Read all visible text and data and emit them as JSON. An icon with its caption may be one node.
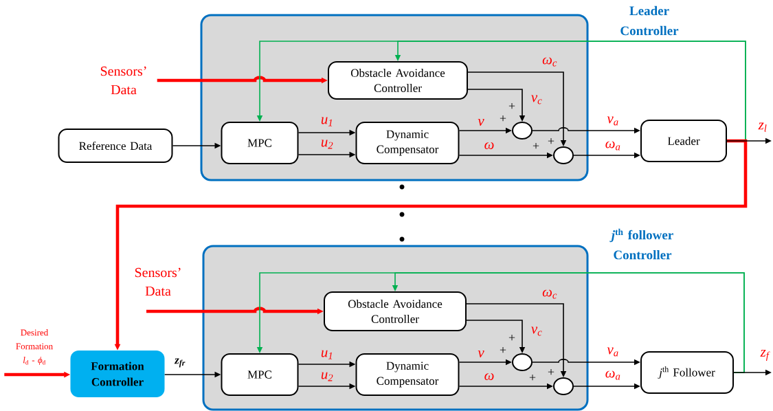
{
  "diagram": {
    "nodes": [
      {
        "text": [
          "Leader Controller"
        ]
      },
      {
        "text": [
          "Sensors’ Data"
        ]
      },
      {
        "text": [
          "Obstacle Avoidance Controller"
        ],
        "in": 0
      },
      {
        "text": [
          "Reference Data"
        ]
      },
      {
        "text": [
          "MPC"
        ],
        "in": 0
      },
      {
        "text": [
          "Dynamic Compensator"
        ],
        "in": 0
      },
      {
        "text": [],
        "shape": "circle",
        "in": 0
      },
      {
        "text": [],
        "shape": "circle",
        "in": 0
      },
      {
        "text": [
          "Leader"
        ]
      },
      {
        "text": [
          "*j*$^{th}$ follower Controller"
        ]
      },
      {
        "text": [
          "Sensors’ Data"
        ]
      },
      {
        "text": [
          "Obstacle Avoidance Controller"
        ],
        "in": 9
      },
      {
        "text": [
          "Desired Formation *l*$_{d}$ - *ϕ*$_{d}$"
        ]
      },
      {
        "text": [
          "Formation Controller"
        ]
      },
      {
        "text": [
          "MPC"
        ],
        "in": 9
      },
      {
        "text": [
          "Dynamic Compensator"
        ],
        "in": 9
      },
      {
        "text": [],
        "shape": "circle",
        "in": 9
      },
      {
        "text": [],
        "shape": "circle",
        "in": 9
      },
      {
        "text": [
          "*j*$^{th}$ Follower"
        ]
      }
    ],
    "edges": [
      {
        "from": 1,
        "to": 2,
        "arrow": "to",
        "style": "thick",
        "color": "#ff0000"
      },
      {
        "from": 3,
        "to": 4,
        "arrow": "to"
      },
      {
        "from": 4,
        "to": 5,
        "arrow": "to",
        "label": "u$_{1}$"
      },
      {
        "from": 4,
        "to": 5,
        "arrow": "to",
        "label": "u$_{2}$"
      },
      {
        "from": 5,
        "to": 6,
        "arrow": "to",
        "label": "v"
      },
      {
        "from": 5,
        "to": 7,
        "arrow": "to",
        "label": "ω"
      },
      {
        "from": 2,
        "to": 6,
        "arrow": "to",
        "label": "v$_{c}$"
      },
      {
        "from": 2,
        "to": 7,
        "arrow": "to",
        "label": "ω$_{c}$"
      },
      {
        "from": 6,
        "to": 8,
        "arrow": "to",
        "label": "v$_{a}$"
      },
      {
        "from": 7,
        "to": 8,
        "arrow": "to",
        "label": "ω$_{a}$"
      },
      {
        "from": 8,
        "to": null,
        "arrow": "to",
        "label": "z$_{l}$"
      },
      {
        "from": 8,
        "to": 4,
        "arrow": "to",
        "color": "#00b050"
      },
      {
        "from": 8,
        "to": 2,
        "arrow": "to",
        "color": "#00b050"
      },
      {
        "from": 8,
        "to": 13,
        "arrow": "to",
        "style": "thick",
        "color": "#ff0000"
      },
      {
        "from": 10,
        "to": 11,
        "arrow": "to",
        "style": "thick",
        "color": "#ff0000"
      },
      {
        "from": 12,
        "to": 13,
        "arrow": "to",
        "style": "thick",
        "color": "#ff0000"
      },
      {
        "from": 13,
        "to": 14,
        "arrow": "to",
        "label": "z$_{fr}$"
      },
      {
        "from": 14,
        "to": 15,
        "arrow": "to",
        "label": "u$_{1}$"
      },
      {
        "from": 14,
        "to": 15,
        "arrow": "to",
        "label": "u$_{2}$"
      },
      {
        "from": 15,
        "to": 16,
        "arrow": "to",
        "label": "v"
      },
      {
        "from": 15,
        "to": 17,
        "arrow": "to",
        "label": "ω"
      },
      {
        "from": 11,
        "to": 16,
        "arrow": "to",
        "label": "v$_{c}$"
      },
      {
        "from": 11,
        "to": 17,
        "arrow": "to",
        "label": "ω$_{c}$"
      },
      {
        "from": 16,
        "to": 18,
        "arrow": "to",
        "label": "v$_{a}$"
      },
      {
        "from": 17,
        "to": 18,
        "arrow": "to",
        "label": "ω$_{a}$"
      },
      {
        "from": 18,
        "to": null,
        "arrow": "to",
        "label": "z$_{f}$"
      },
      {
        "from": 18,
        "to": 14,
        "arrow": "to",
        "color": "#00b050"
      },
      {
        "from": 18,
        "to": 11,
        "arrow": "to",
        "color": "#00b050"
      }
    ],
    "labels": [
      "+",
      "+",
      "+",
      "+",
      "+",
      "+",
      "+",
      "+"
    ]
  }
}
